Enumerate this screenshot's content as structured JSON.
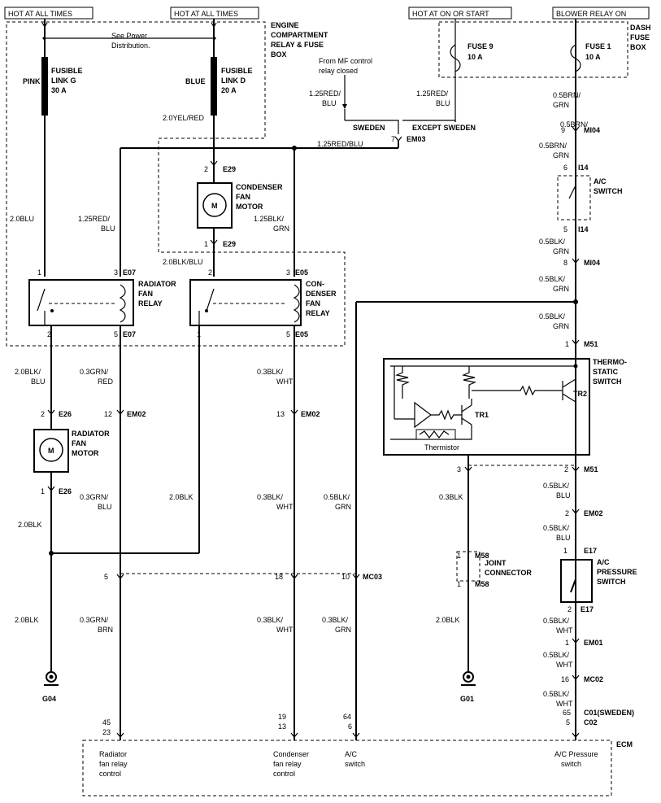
{
  "power": {
    "hot1": "HOT AT ALL TIMES",
    "hot2": "HOT AT ALL TIMES",
    "hot3": "HOT AT ON OR START",
    "blower": "BLOWER RELAY ON"
  },
  "engine_box": {
    "l1": "ENGINE",
    "l2": "COMPARTMENT",
    "l3": "RELAY & FUSE",
    "l4": "BOX"
  },
  "dash_box": {
    "l1": "DASH",
    "l2": "FUSE",
    "l3": "BOX"
  },
  "see_power": {
    "l1": "See Power",
    "l2": "Distribution."
  },
  "fusible_g": {
    "color": "PINK",
    "l1": "FUSIBLE",
    "l2": "LINK G",
    "l3": "30 A"
  },
  "fusible_d": {
    "color": "BLUE",
    "l1": "FUSIBLE",
    "l2": "LINK D",
    "l3": "20 A"
  },
  "fuse9": {
    "l1": "FUSE 9",
    "l2": "10 A"
  },
  "fuse1": {
    "l1": "FUSE 1",
    "l2": "10 A"
  },
  "mf_note": {
    "l1": "From MF control",
    "l2": "relay closed"
  },
  "wires": {
    "w125red_blu_a1": "1.25RED/",
    "w125red_blu_a2": "BLU",
    "w125red_blu_b1": "1.25RED/",
    "w125red_blu_b2": "BLU",
    "sweden": "SWEDEN",
    "except_sweden": "EXCEPT SWEDEN",
    "w125red_blu_main": "1.25RED/BLU",
    "w20yel_red": "2.0YEL/RED",
    "w05brn_grn1a": "0.5BRN/",
    "w05brn_grn1b": "GRN",
    "w05brn_grn2a": "0.5BRN/",
    "w05brn_grn2b": "GRN",
    "w20blu": "2.0BLU",
    "w125red_blu_c1": "1.25RED/",
    "w125red_blu_c2": "BLU",
    "w125blk_grn1": "1.25BLK/",
    "w125blk_grn2": "GRN",
    "w20blk_blu": "2.0BLK/BLU",
    "w05blk_grn_a1": "0.5BLK/",
    "w05blk_grn_a2": "GRN",
    "w05blk_grn_b1": "0.5BLK/",
    "w05blk_grn_b2": "GRN",
    "w05blk_grn_c1": "0.5BLK/",
    "w05blk_grn_c2": "GRN",
    "w20blk_blu2a": "2.0BLK/",
    "w20blk_blu2b": "BLU",
    "w03grn_red1": "0.3GRN/",
    "w03grn_red2": "RED",
    "w03blk_wht1": "0.3BLK/",
    "w03blk_wht2": "WHT",
    "w03grn_blu1": "0.3GRN/",
    "w03grn_blu2": "BLU",
    "w20blk_a": "2.0BLK",
    "w03blk_wht3": "0.3BLK/",
    "w03blk_wht4": "WHT",
    "w05blk_grn_d1": "0.5BLK/",
    "w05blk_grn_d2": "GRN",
    "w03blk": "0.3BLK",
    "w05blk_blu_a1": "0.5BLK/",
    "w05blk_blu_a2": "BLU",
    "w05blk_blu_b1": "0.5BLK/",
    "w05blk_blu_b2": "BLU",
    "w20blk_b": "2.0BLK",
    "w20blk_c": "2.0BLK",
    "w03grn_brn1": "0.3GRN/",
    "w03grn_brn2": "BRN",
    "w03blk_wht5": "0.3BLK/",
    "w03blk_wht6": "WHT",
    "w03blk_grn1": "0.3BLK/",
    "w03blk_grn2": "GRN",
    "w20blk_d": "2.0BLK",
    "w05blk_wht_a1": "0.5BLK/",
    "w05blk_wht_a2": "WHT",
    "w05blk_wht_b1": "0.5BLK/",
    "w05blk_wht_b2": "WHT",
    "w05blk_wht_c1": "0.5BLK/",
    "w05blk_wht_c2": "WHT"
  },
  "connectors": {
    "em03": "EM03",
    "em03_pin": "7",
    "mi04_a": "MI04",
    "mi04_a_pin": "9",
    "i14_a": "I14",
    "i14_a_pin": "6",
    "i14_b": "I14",
    "i14_b_pin": "5",
    "mi04_b": "MI04",
    "mi04_b_pin": "8",
    "e29_a": "E29",
    "e29_a_pin": "2",
    "e29_b": "E29",
    "e29_b_pin": "1",
    "e07_a": "E07",
    "e07_a_pin": "3",
    "e07_a_pin1": "1",
    "e05_a": "E05",
    "e05_a_pin": "3",
    "e05_a_pin2": "2",
    "e07_b": "E07",
    "e07_b_pin": "5",
    "e07_b_pin2": "2",
    "e05_b": "E05",
    "e05_b_pin": "5",
    "e05_b_pin1": "1",
    "m51_a": "M51",
    "m51_a_pin": "1",
    "e26_a": "E26",
    "e26_a_pin": "2",
    "em02_a": "EM02",
    "em02_a_pin": "12",
    "em02_b": "EM02",
    "em02_b_pin": "13",
    "m51_b": "M51",
    "m51_b_pin": "2",
    "m51_b_pin3": "3",
    "e26_b": "E26",
    "e26_b_pin": "1",
    "em02_c": "EM02",
    "em02_c_pin": "2",
    "m58_a": "M58",
    "m58_a_pin": "1",
    "m58_b": "M58",
    "m58_b_pin": "1",
    "e17_a": "E17",
    "e17_a_pin": "1",
    "e17_b": "E17",
    "e17_b_pin": "2",
    "mc03": "MC03",
    "mc03_pin": "10",
    "mc03_pin5": "5",
    "mc03_pin18": "18",
    "em01": "EM01",
    "em01_pin": "1",
    "mc02": "MC02",
    "mc02_pin": "16",
    "c01": "C01(SWEDEN)",
    "c01_pin": "65",
    "c02": "C02",
    "c02_pin": "5",
    "ecm_p45": "45",
    "ecm_p23": "23",
    "ecm_p19": "19",
    "ecm_p13": "13",
    "ecm_p64": "64",
    "ecm_p6": "6"
  },
  "components": {
    "cond_motor": {
      "l1": "CONDENSER",
      "l2": "FAN",
      "l3": "MOTOR"
    },
    "rad_relay": {
      "l1": "RADIATOR",
      "l2": "FAN",
      "l3": "RELAY"
    },
    "cond_relay": {
      "l1": "CON-",
      "l2": "DENSER",
      "l3": "FAN",
      "l4": "RELAY"
    },
    "ac_switch": {
      "l1": "A/C",
      "l2": "SWITCH"
    },
    "thermo": {
      "l1": "THERMO-",
      "l2": "STATIC",
      "l3": "SWITCH",
      "tr1": "TR1",
      "tr2": "TR2",
      "thermistor": "Thermistor"
    },
    "rad_motor": {
      "l1": "RADIATOR",
      "l2": "FAN",
      "l3": "MOTOR"
    },
    "joint": {
      "l1": "JOINT",
      "l2": "CONNECTOR"
    },
    "ac_press": {
      "l1": "A/C",
      "l2": "PRESSURE",
      "l3": "SWITCH"
    },
    "motor_m": "M"
  },
  "grounds": {
    "g04": "G04",
    "g01": "G01"
  },
  "ecm": {
    "label": "ECM",
    "c1a": "Radiator",
    "c1b": "fan relay",
    "c1c": "control",
    "c2a": "Condenser",
    "c2b": "fan relay",
    "c2c": "control",
    "c3a": "A/C",
    "c3b": "switch",
    "c4a": "A/C Pressure",
    "c4b": "switch"
  }
}
